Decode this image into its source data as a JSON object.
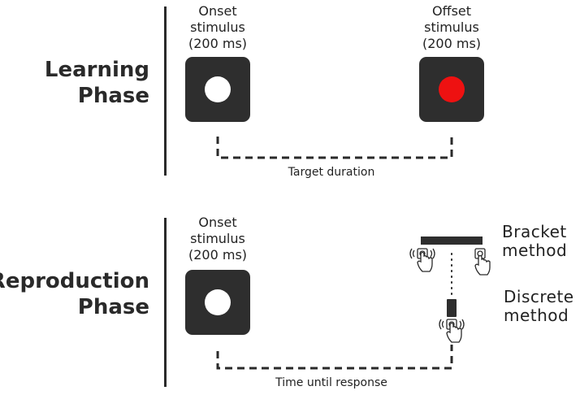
{
  "learning": {
    "phase_label": [
      "Learning",
      "Phase"
    ],
    "onset_caption": [
      "Onset",
      "stimulus",
      "(200 ms)"
    ],
    "offset_caption": [
      "Offset",
      "stimulus",
      "(200 ms)"
    ],
    "duration_label": "Target duration",
    "onset_dot_color": "#ffffff",
    "offset_dot_color": "#ee1111"
  },
  "reproduction": {
    "phase_label": [
      "Reproduction",
      "Phase"
    ],
    "onset_caption": [
      "Onset",
      "stimulus",
      "(200 ms)"
    ],
    "duration_label": "Time until response",
    "onset_dot_color": "#ffffff",
    "bracket_method": [
      "Bracket",
      "method"
    ],
    "discrete_method": [
      "Discrete",
      "method"
    ]
  },
  "colors": {
    "box": "#2e2e2e",
    "line": "#2a2a2a"
  }
}
